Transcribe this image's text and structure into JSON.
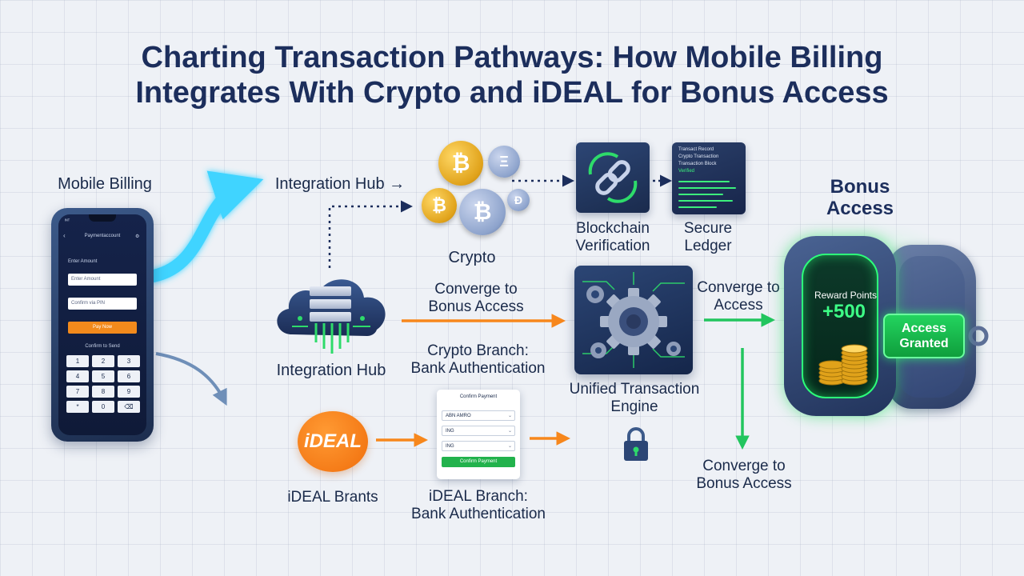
{
  "title": {
    "line1": "Charting Transaction Pathways: How Mobile Billing",
    "line2": "Integrates With Crypto and iDEAL for Bonus Access"
  },
  "mobile": {
    "label": "Mobile Billing",
    "status": "ᴵᴺᵀ",
    "header": "Paymentaccount",
    "enter_label": "Enter Amount",
    "field1": "Enter Amount",
    "field2": "Confirm via PIN",
    "pay_button": "Pay Now",
    "keypad_label": "Confirm to Send",
    "keys": [
      "1",
      "2",
      "3",
      "4",
      "5",
      "6",
      "7",
      "8",
      "9",
      "*",
      "0",
      "⌫"
    ]
  },
  "integration_hub_top": {
    "label": "Integration Hub →"
  },
  "integration_hub": {
    "label": "Integration Hub"
  },
  "crypto": {
    "label": "Crypto",
    "coins": [
      "₿",
      "Ξ",
      "₿",
      "₿",
      "Ð"
    ]
  },
  "blockchain": {
    "line1": "Blockchain",
    "line2": "Verification"
  },
  "ledger": {
    "line1": "Secure",
    "line2": "Ledger",
    "rows": [
      "Transact Record",
      "Crypto Transaction",
      "Transaction Block",
      "Verified"
    ]
  },
  "converge_mid": {
    "line1": "Converge to",
    "line2": "Bonus Access"
  },
  "crypto_branch": {
    "line1": "Crypto Branch:",
    "line2": "Bank Authentication"
  },
  "engine": {
    "line1": "Unified Transaction",
    "line2": "Engine"
  },
  "converge_right": {
    "line1": "Converge to",
    "line2": "Access"
  },
  "converge_bottom": {
    "line1": "Converge to",
    "line2": "Bonus Access"
  },
  "bonus": {
    "line1": "Bonus",
    "line2": "Access",
    "reward_label": "Reward Points",
    "reward_value": "+500",
    "access_line1": "Access",
    "access_line2": "Granted"
  },
  "ideal": {
    "logo": "iDEAL",
    "label": "iDEAL Brants",
    "branch_line1": "iDEAL Branch:",
    "branch_line2": "Bank Authentication"
  },
  "payment_card": {
    "title": "Confirm Payment",
    "options": [
      "ABN AMRO",
      "ING",
      "ING"
    ],
    "button": "Confirm Payment"
  },
  "colors": {
    "cyan_arrow": "#3fd4ff",
    "orange_arrow": "#f7871c",
    "green_arrow": "#22c55e",
    "steel_arrow": "#6f8fb8",
    "navy": "#1c2e5c"
  },
  "icons": [
    "cloud-server-icon",
    "chain-link-icon",
    "gear-icon",
    "lock-icon",
    "vault-icon",
    "coins-icon"
  ]
}
